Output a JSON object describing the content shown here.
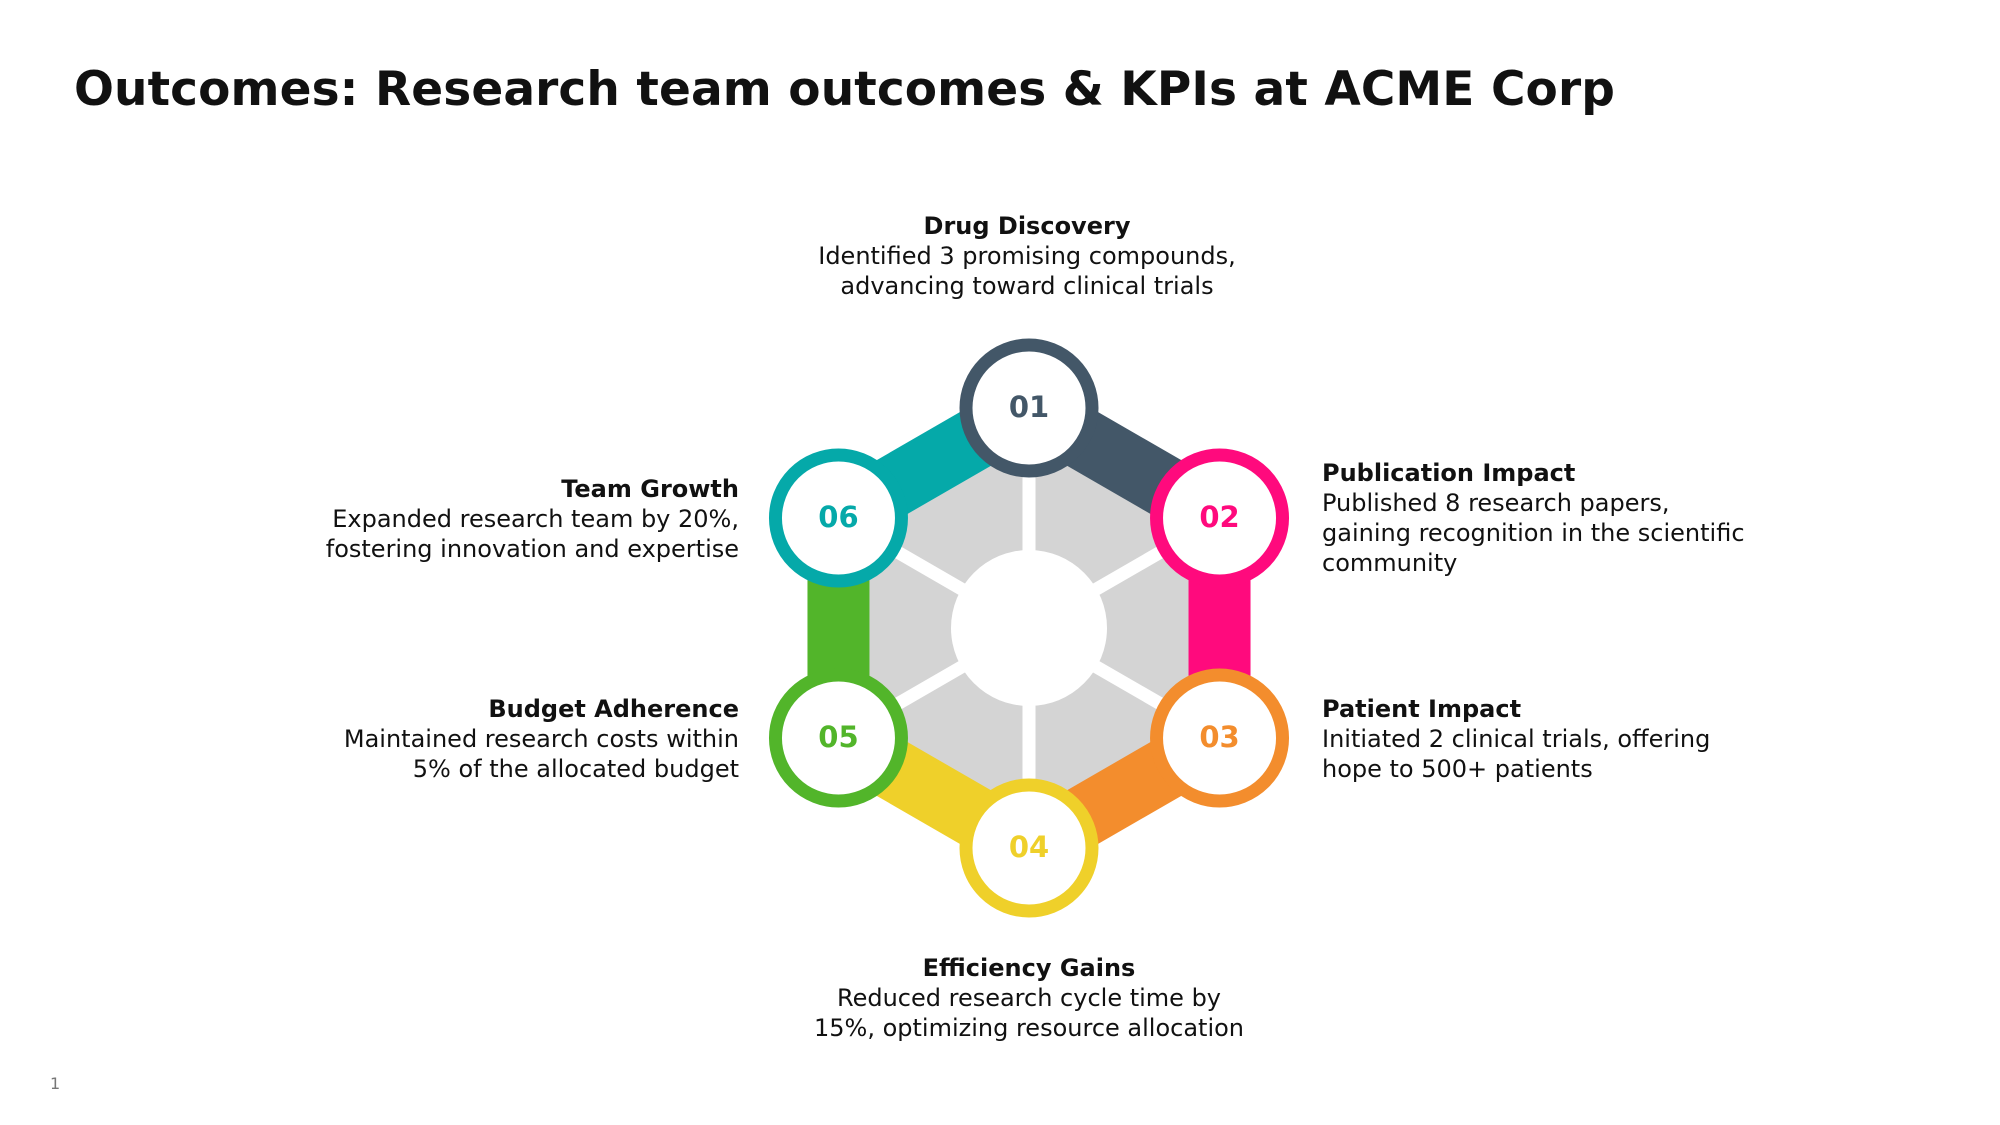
{
  "title": "Outcomes: Research team outcomes & KPIs at ACME Corp",
  "page_number": "1",
  "items": [
    {
      "num": "01",
      "title": "Drug Discovery",
      "desc": "Identified 3 promising compounds, advancing toward clinical trials",
      "color": "#435768"
    },
    {
      "num": "02",
      "title": "Publication Impact",
      "desc": "Published 8 research papers, gaining recognition in the scientific community",
      "color": "#FF0A7D"
    },
    {
      "num": "03",
      "title": "Patient Impact",
      "desc": "Initiated 2 clinical trials, offering hope to 500+ patients",
      "color": "#F38D2D"
    },
    {
      "num": "04",
      "title": "Efficiency Gains",
      "desc": "Reduced research cycle time by 15%, optimizing resource allocation",
      "color": "#EFD02A"
    },
    {
      "num": "05",
      "title": "Budget Adherence",
      "desc": "Maintained research costs within 5% of the allocated budget",
      "color": "#52B52A"
    },
    {
      "num": "06",
      "title": "Team Growth",
      "desc": "Expanded research team by 20%, fostering innovation and expertise",
      "color": "#05A9A9"
    }
  ],
  "hex_fill_color": "#D4D4D4"
}
